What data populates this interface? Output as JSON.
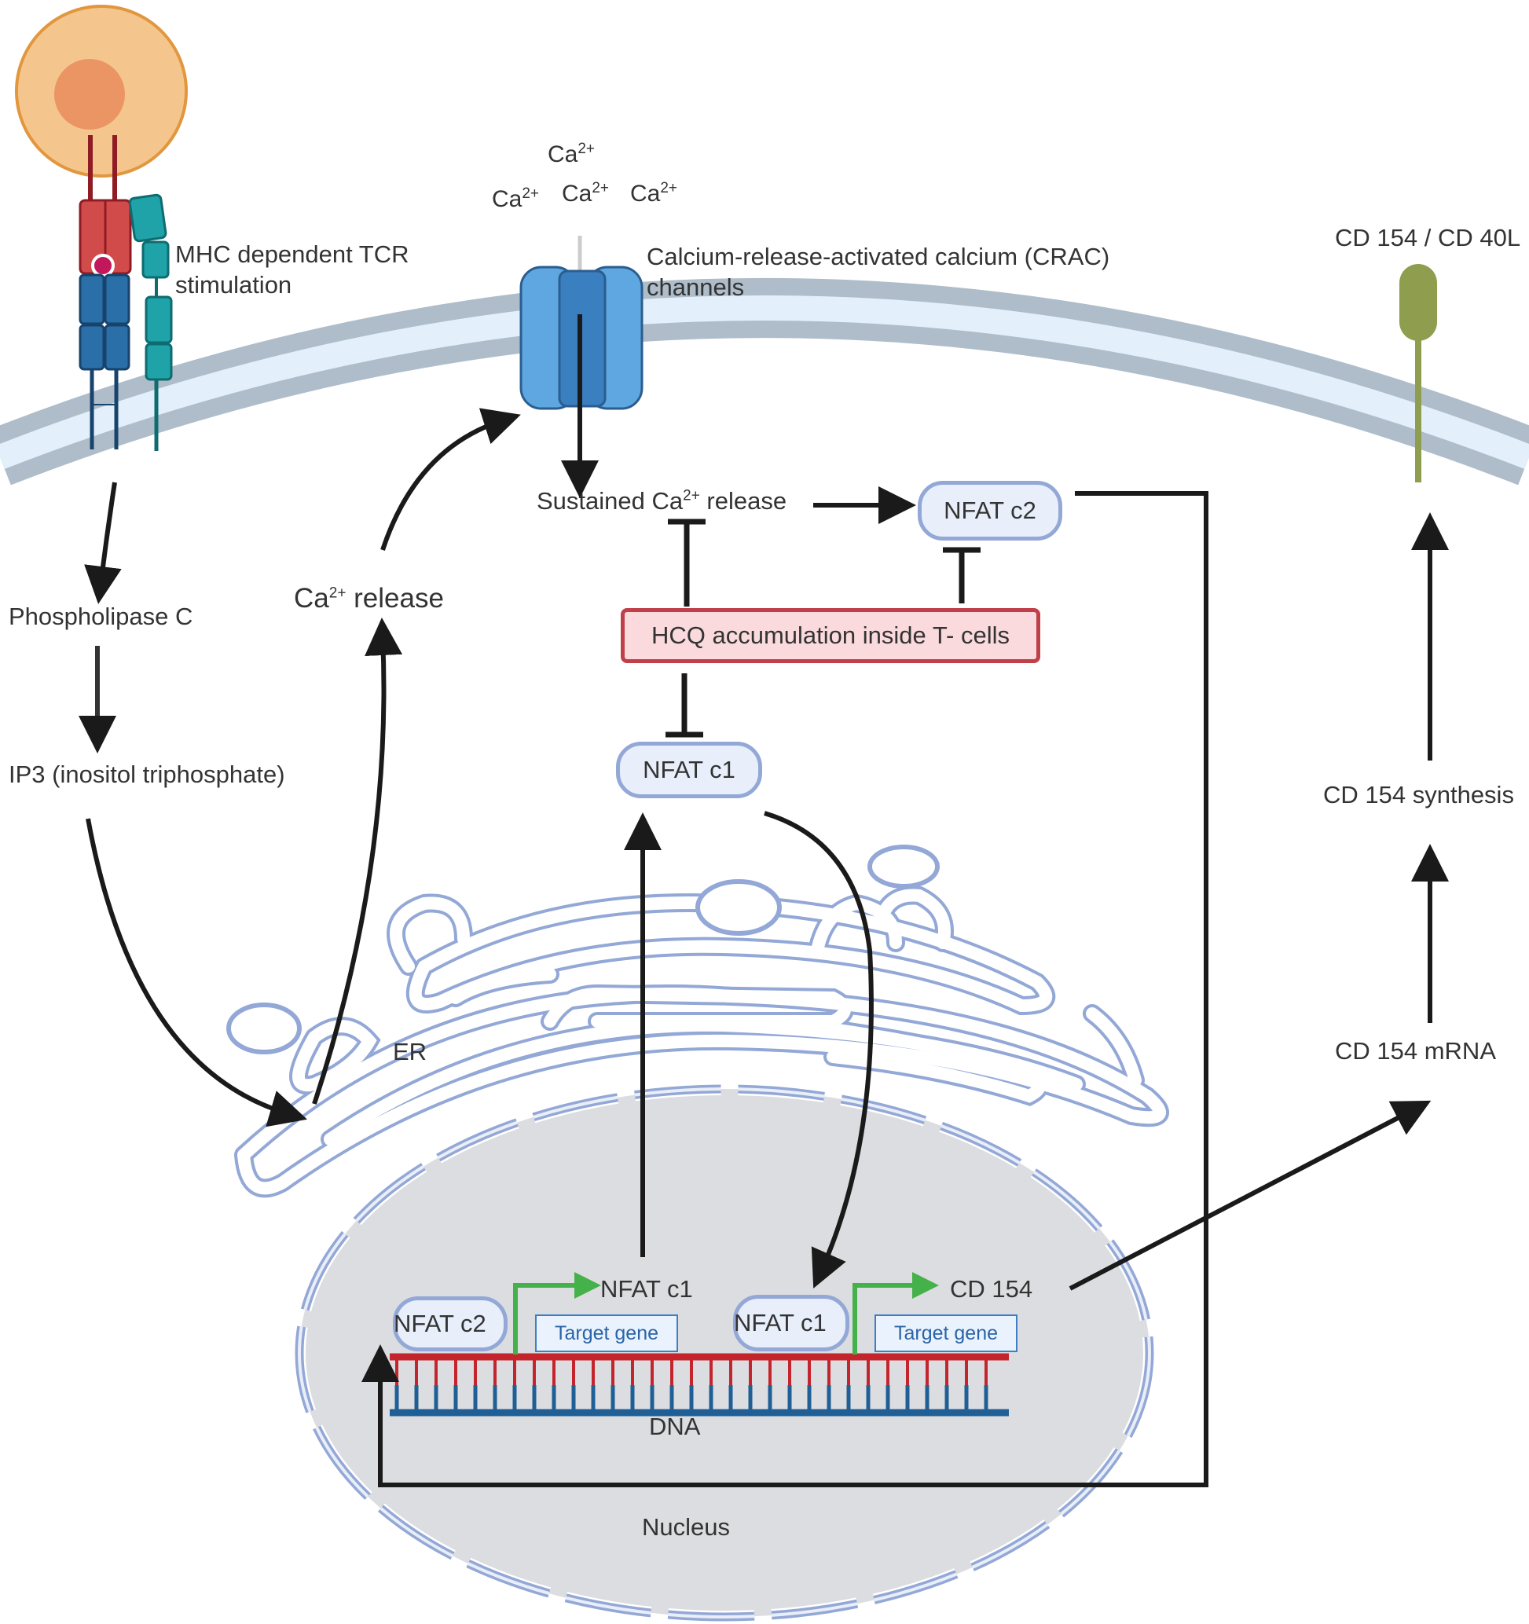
{
  "labels": {
    "tcr": [
      "MHC dependent TCR",
      "stimulation"
    ],
    "ca_ions": "Ca",
    "ca_charge": "2+",
    "crac": [
      "Calcium-release-activated calcium (CRAC)",
      "channels"
    ],
    "cd40l": "CD 154 / CD 40L",
    "sustained_prefix": "Sustained Ca",
    "sustained_suffix": "release",
    "nfat_c2": "NFAT c2",
    "nfat_c1": "NFAT c1",
    "plc": "Phospholipase C",
    "ca_release_prefix": "Ca",
    "ca_release_suffix": " release",
    "hcq": "HCQ accumulation inside T- cells",
    "ip3": "IP3  (inositol triphosphate)",
    "cd154_synthesis": "CD 154 synthesis",
    "er": "ER",
    "cd154_mrna": "CD 154 mRNA",
    "gene_nfat_c1": "NFAT c1",
    "gene_cd154": "CD 154",
    "target_gene": "Target gene",
    "dna": "DNA",
    "nucleus": "Nucleus"
  },
  "colors": {
    "membrane_outer": "#aebdc9",
    "membrane_inner": "#e3f0fb",
    "apc_cell": "#f4c68d",
    "apc_nucleus": "#eb9565",
    "tcr_red": "#d24b4b",
    "tcr_blue": "#2a6fa8",
    "cd4_teal": "#1fa2a8",
    "crac_channel": "#5fa7e0",
    "cd40l": "#8e9e4e",
    "er_outline": "#93a8d6",
    "nucleus_fill": "#dcdde0",
    "dna_red": "#c4242b",
    "dna_blue": "#1f5f95",
    "transcription_arrow": "#45b14a",
    "arrow": "#1a1a1a"
  }
}
